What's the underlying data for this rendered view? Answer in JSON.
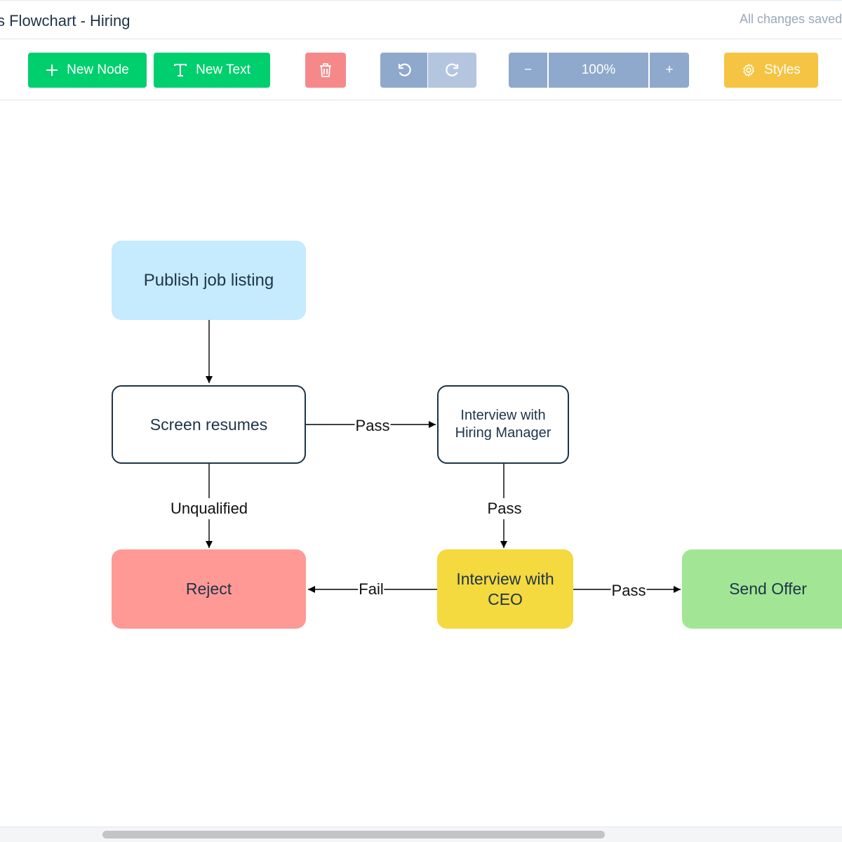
{
  "header": {
    "title": "s Flowchart - Hiring",
    "save_status": "All changes saved"
  },
  "toolbar": {
    "new_node_label": "New Node",
    "new_text_label": "New Text",
    "zoom_level": "100%",
    "zoom_out_label": "−",
    "zoom_in_label": "+",
    "styles_label": "Styles"
  },
  "colors": {
    "primary_green": "#00cf6e",
    "danger_red": "#f5898a",
    "control_blue": "#8fa9cc",
    "accent_yellow": "#f6c443",
    "node_blue": "#c6eafe",
    "node_red": "#ff9996",
    "node_yellow": "#f4d93f",
    "node_green": "#a2e695",
    "node_border": "#1f3448"
  },
  "flowchart": {
    "nodes": {
      "publish": "Publish job listing",
      "screen": "Screen resumes",
      "interview_hm": "Interview with Hiring Manager",
      "reject": "Reject",
      "interview_ceo": "Interview with CEO",
      "offer": "Send Offer"
    },
    "edges": {
      "screen_to_hm": "Pass",
      "screen_to_reject": "Unqualified",
      "hm_to_ceo": "Pass",
      "ceo_to_reject": "Fail",
      "ceo_to_offer": "Pass"
    }
  }
}
